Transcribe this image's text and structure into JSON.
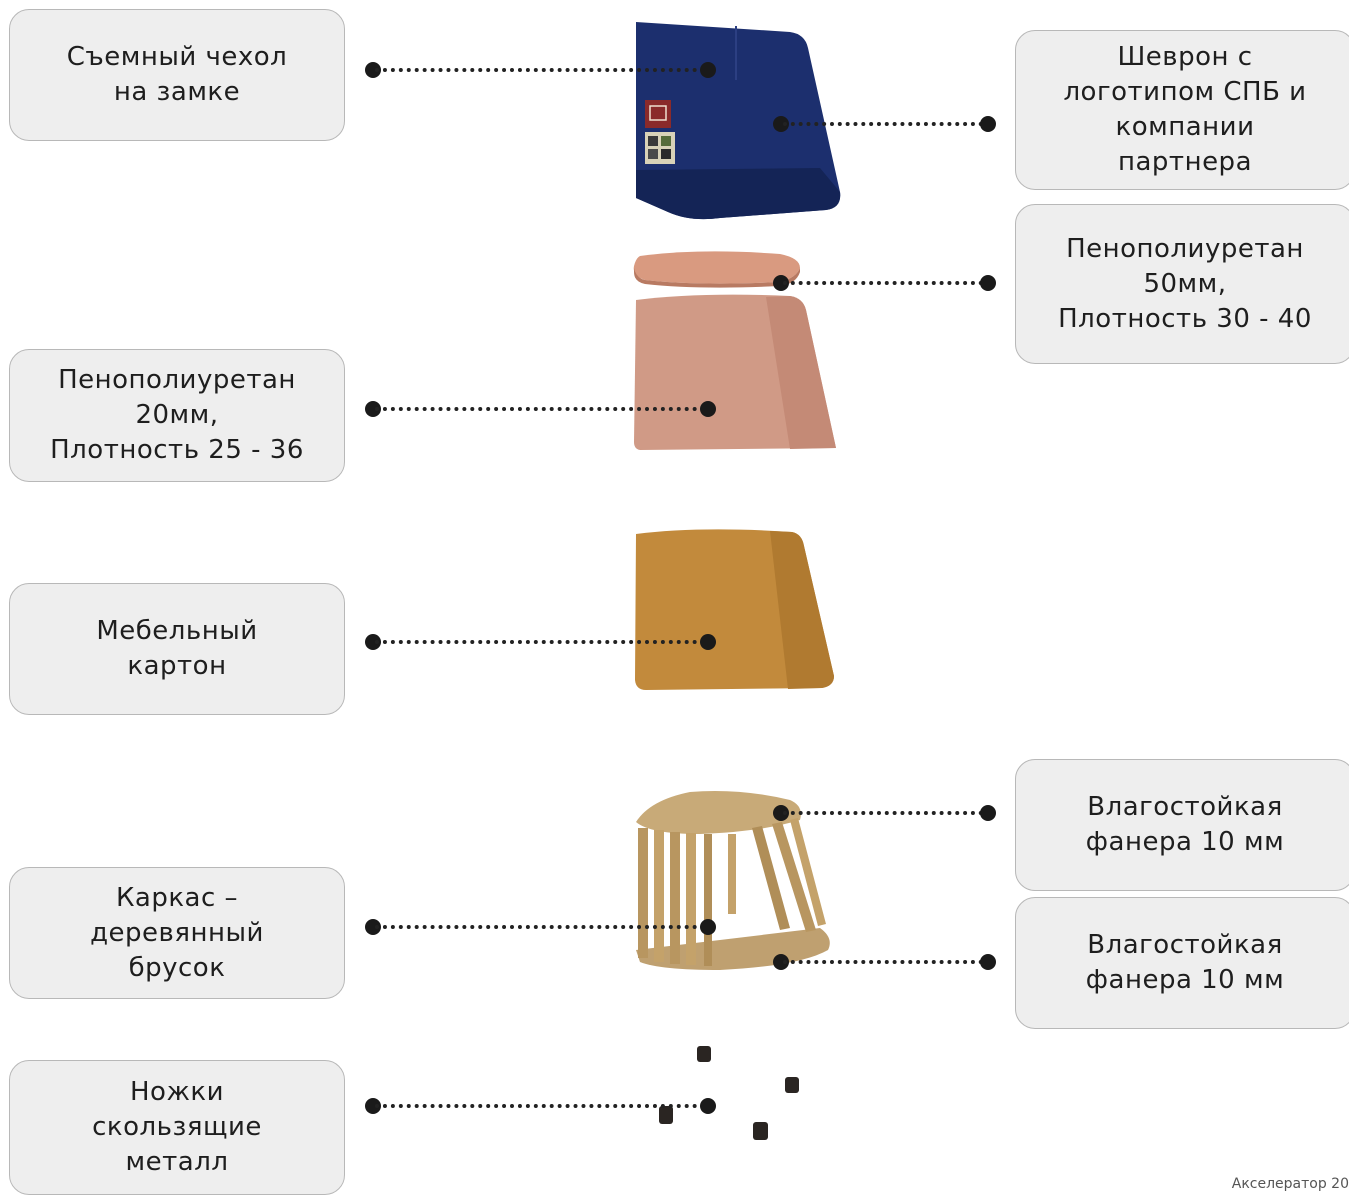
{
  "colors": {
    "cover": "#1c2f6e",
    "foam_top": "#d99a80",
    "foam_body": "#d09a86",
    "cardboard": "#c28a3c",
    "plywood": "#c8aa78",
    "feet": "#2a2522",
    "box_fill": "#eeeeee",
    "box_border": "#b8b8b8",
    "leader": "#222222"
  },
  "left_labels": {
    "cover": "Съемный чехол\nна замке",
    "foam20": "Пенополиуретан\n20мм,\nПлотность 25 - 36",
    "cardboard": "Мебельный\nкартон",
    "frame": "Каркас –\nдеревянный\nбрусок",
    "feet": "Ножки\nскользящие\nметалл"
  },
  "right_labels": {
    "chevron": "Шеврон с\nлоготипом СПБ и\nкомпании\nпартнера",
    "foam50": "Пенополиуретан\n50мм,\nПлотность 30 - 40",
    "plywood_top": "Влагостойкая\nфанера 10 мм",
    "plywood_bottom": "Влагостойкая\nфанера 10 мм"
  },
  "footer": {
    "text": "Акселератор 20"
  }
}
